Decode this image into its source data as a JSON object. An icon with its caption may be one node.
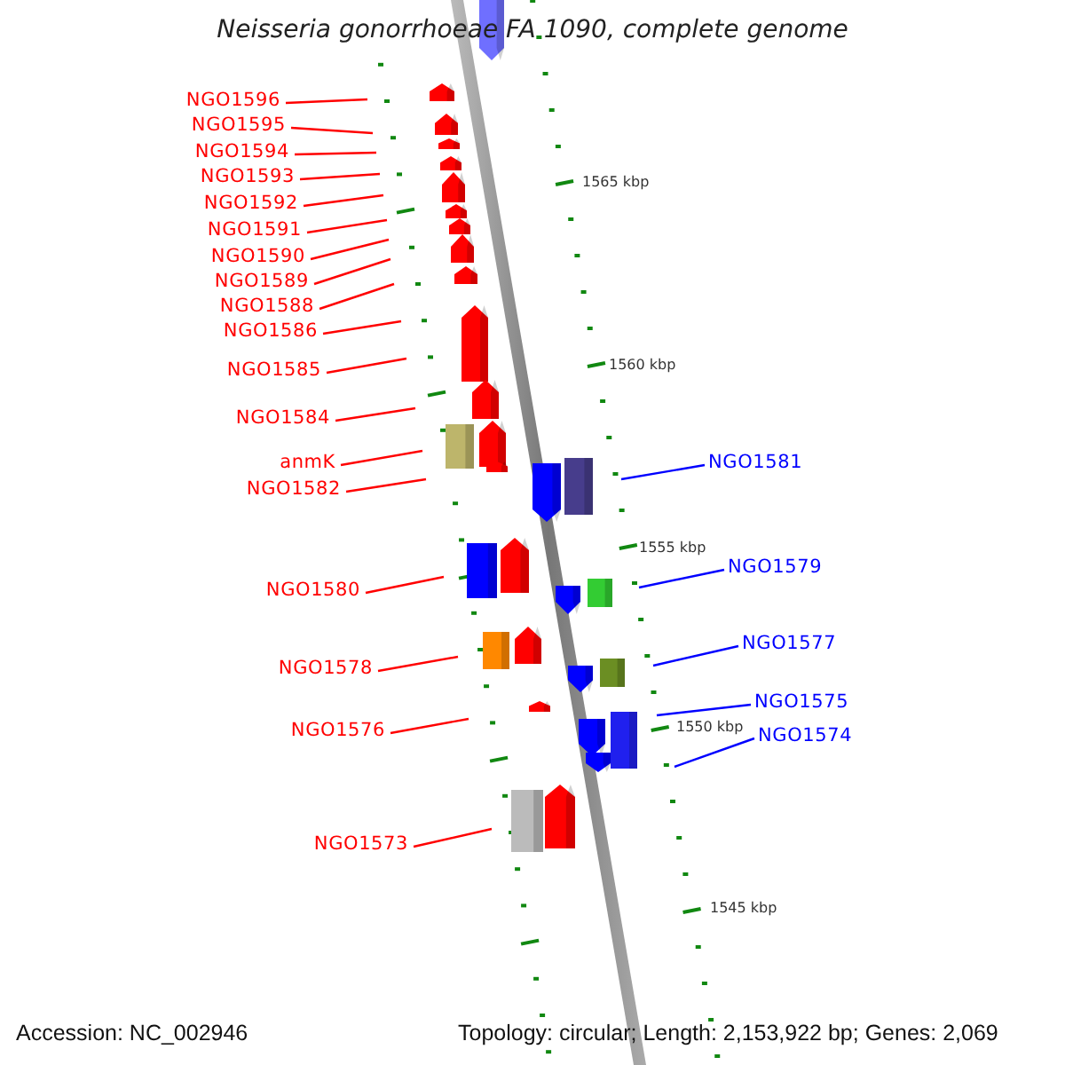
{
  "diagram": {
    "title": "Neisseria gonorrhoeae FA 1090, complete genome",
    "nodes": [
      {
        "text": [
          "NGO1596"
        ]
      },
      {
        "text": [
          "NGO1595"
        ]
      },
      {
        "text": [
          "NGO1594"
        ]
      },
      {
        "text": [
          "NGO1593"
        ]
      },
      {
        "text": [
          "NGO1592"
        ]
      },
      {
        "text": [
          "NGO1591"
        ]
      },
      {
        "text": [
          "NGO1590"
        ]
      },
      {
        "text": [
          "NGO1589"
        ]
      },
      {
        "text": [
          "NGO1588"
        ]
      },
      {
        "text": [
          "NGO1586"
        ]
      },
      {
        "text": [
          "NGO1585"
        ]
      },
      {
        "text": [
          "NGO1584"
        ]
      },
      {
        "text": [
          "anmK"
        ]
      },
      {
        "text": [
          "NGO1582"
        ]
      },
      {
        "text": [
          "NGO1580"
        ]
      },
      {
        "text": [
          "NGO1578"
        ]
      },
      {
        "text": [
          "NGO1576"
        ]
      },
      {
        "text": [
          "NGO1573"
        ]
      },
      {
        "text": [
          "NGO1581"
        ]
      },
      {
        "text": [
          "NGO1579"
        ]
      },
      {
        "text": [
          "NGO1577"
        ]
      },
      {
        "text": [
          "NGO1575"
        ]
      },
      {
        "text": [
          "NGO1574"
        ]
      }
    ],
    "edges": [
      {
        "from": 0,
        "to": null,
        "arrow": "none"
      },
      {
        "from": 1,
        "to": null,
        "arrow": "none"
      },
      {
        "from": 2,
        "to": null,
        "arrow": "none"
      },
      {
        "from": 3,
        "to": null,
        "arrow": "none"
      },
      {
        "from": 4,
        "to": null,
        "arrow": "none"
      },
      {
        "from": 5,
        "to": null,
        "arrow": "none"
      },
      {
        "from": 6,
        "to": null,
        "arrow": "none"
      },
      {
        "from": 7,
        "to": null,
        "arrow": "none"
      },
      {
        "from": 8,
        "to": null,
        "arrow": "none"
      },
      {
        "from": 9,
        "to": null,
        "arrow": "none"
      },
      {
        "from": 10,
        "to": null,
        "arrow": "none"
      },
      {
        "from": 11,
        "to": null,
        "arrow": "none"
      },
      {
        "from": 12,
        "to": null,
        "arrow": "none"
      },
      {
        "from": 13,
        "to": null,
        "arrow": "none"
      },
      {
        "from": 14,
        "to": null,
        "arrow": "none"
      },
      {
        "from": 15,
        "to": null,
        "arrow": "none"
      },
      {
        "from": 16,
        "to": null,
        "arrow": "none"
      },
      {
        "from": 17,
        "to": null,
        "arrow": "none"
      },
      {
        "from": 18,
        "to": null,
        "arrow": "none",
        "color": "#0000ff"
      },
      {
        "from": 19,
        "to": null,
        "arrow": "none",
        "color": "#0000ff"
      },
      {
        "from": 20,
        "to": null,
        "arrow": "none",
        "color": "#0000ff"
      },
      {
        "from": 21,
        "to": null,
        "arrow": "none",
        "color": "#0000ff"
      },
      {
        "from": 22,
        "to": null,
        "arrow": "none",
        "color": "#0000ff"
      }
    ],
    "labels": [
      "1565 kbp",
      "1560 kbp",
      "1555 kbp",
      "1550 kbp",
      "1545 kbp",
      "Accession: NC_002946",
      "Topology: circular; Length: 2,153,922 bp; Genes: 2,069"
    ]
  }
}
